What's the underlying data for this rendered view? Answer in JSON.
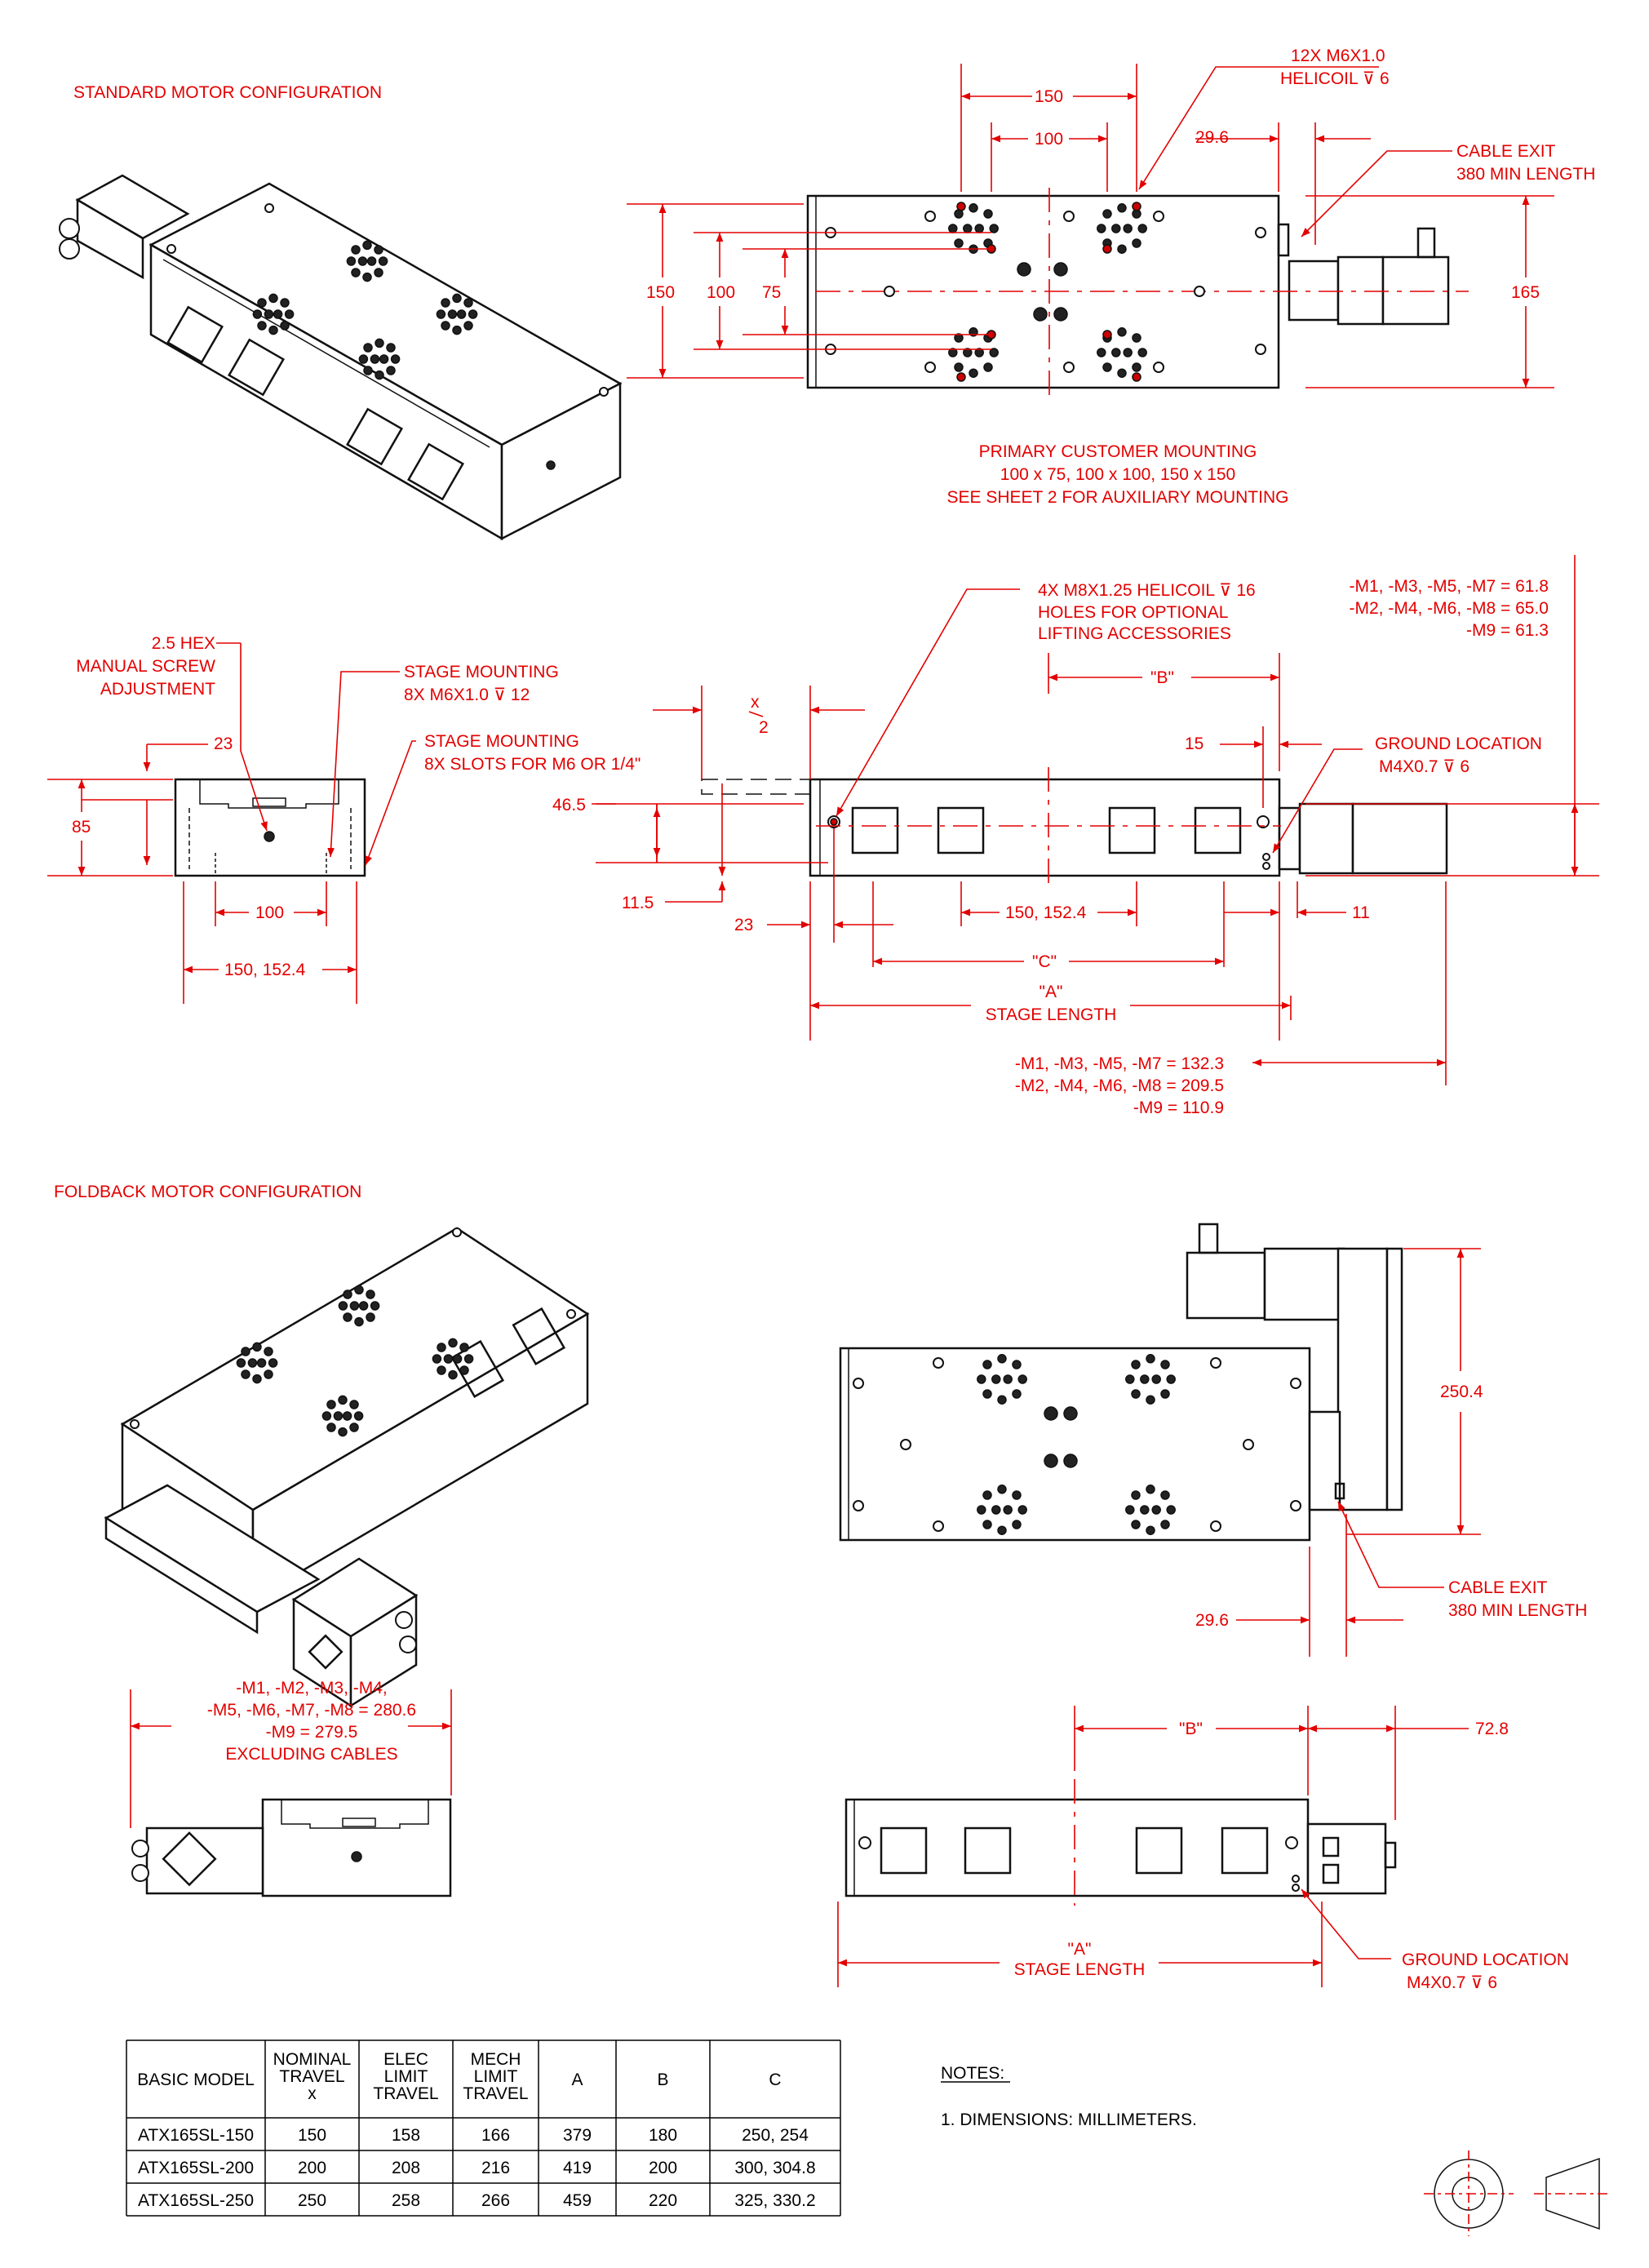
{
  "sections": {
    "standard": "STANDARD MOTOR CONFIGURATION",
    "foldback": "FOLDBACK MOTOR CONFIGURATION"
  },
  "top_view": {
    "dim_150_top": "150",
    "dim_100_top": "100",
    "dim_29_6": "29.6",
    "helicoil_line1": "12X M6X1.0",
    "helicoil_line2": "HELICOIL ⊽ 6",
    "cable_exit_line1": "CABLE EXIT",
    "cable_exit_line2": "380 MIN LENGTH",
    "dim_150_left": "150",
    "dim_100_left": "100",
    "dim_75_left": "75",
    "dim_165_right": "165",
    "mounting_line1": "PRIMARY CUSTOMER MOUNTING",
    "mounting_line2": "100 x 75, 100 x 100, 150 x 150",
    "mounting_line3": "SEE SHEET 2 FOR AUXILIARY MOUNTING"
  },
  "end_view": {
    "hex_line1": "2.5 HEX",
    "hex_line2": "MANUAL SCREW",
    "hex_line3": "ADJUSTMENT",
    "stage_mount1_line1": "STAGE MOUNTING",
    "stage_mount1_line2": "8X M6X1.0 ⊽ 12",
    "stage_mount2_line1": "STAGE MOUNTING",
    "stage_mount2_line2": "8X SLOTS FOR M6 OR 1/4\"",
    "dim_23": "23",
    "dim_85": "85",
    "dim_100": "100",
    "dim_150_152": "150, 152.4"
  },
  "side_view": {
    "lift_line1": "4X M8X1.25  HELICOIL ⊽ 16",
    "lift_line2": "HOLES FOR OPTIONAL",
    "lift_line3": "LIFTING ACCESSORIES",
    "height_line1": "-M1, -M3, -M5, -M7 = 61.8",
    "height_line2": "-M2, -M4, -M6, -M8 = 65.0",
    "height_line3": "-M9 = 61.3",
    "dim_B": "\"B\"",
    "dim_x": "x",
    "dim_2": "2",
    "dim_15": "15",
    "ground_line1": "GROUND LOCATION",
    "ground_line2": "M4X0.7 ⊽ 6",
    "dim_46_5": "46.5",
    "dim_11_5": "11.5",
    "dim_23": "23",
    "dim_150_152": "150, 152.4",
    "dim_11": "11",
    "dim_C": "\"C\"",
    "dim_A": "\"A\"",
    "stage_length": "STAGE LENGTH",
    "len_line1": "-M1, -M3, -M5, -M7 = 132.3",
    "len_line2": "-M2, -M4, -M6, -M8 = 209.5",
    "len_line3": "-M9 = 110.9"
  },
  "foldback_top": {
    "dim_250_4": "250.4",
    "cable_exit_line1": "CABLE EXIT",
    "cable_exit_line2": "380 MIN LENGTH",
    "dim_29_6": "29.6"
  },
  "foldback_end": {
    "line1": "-M1, -M2, -M3, -M4,",
    "line2": "-M5, -M6, -M7, -M8 = 280.6",
    "line3": "-M9 = 279.5",
    "line4": "EXCLUDING CABLES"
  },
  "foldback_side": {
    "dim_B": "\"B\"",
    "dim_72_8": "72.8",
    "dim_A": "\"A\"",
    "stage_length": "STAGE LENGTH",
    "ground_line1": "GROUND LOCATION",
    "ground_line2": "M4X0.7 ⊽ 6"
  },
  "table": {
    "headers": [
      [
        "BASIC MODEL"
      ],
      [
        "NOMINAL",
        "TRAVEL",
        "x"
      ],
      [
        "ELEC",
        "LIMIT",
        "TRAVEL"
      ],
      [
        "MECH",
        "LIMIT",
        "TRAVEL"
      ],
      [
        "A"
      ],
      [
        "B"
      ],
      [
        "C"
      ]
    ],
    "rows": [
      [
        "ATX165SL-150",
        "150",
        "158",
        "166",
        "379",
        "180",
        "250, 254"
      ],
      [
        "ATX165SL-200",
        "200",
        "208",
        "216",
        "419",
        "200",
        "300, 304.8"
      ],
      [
        "ATX165SL-250",
        "250",
        "258",
        "266",
        "459",
        "220",
        "325, 330.2"
      ]
    ]
  },
  "notes": {
    "title": "NOTES:",
    "note1": "1. DIMENSIONS: MILLIMETERS."
  }
}
